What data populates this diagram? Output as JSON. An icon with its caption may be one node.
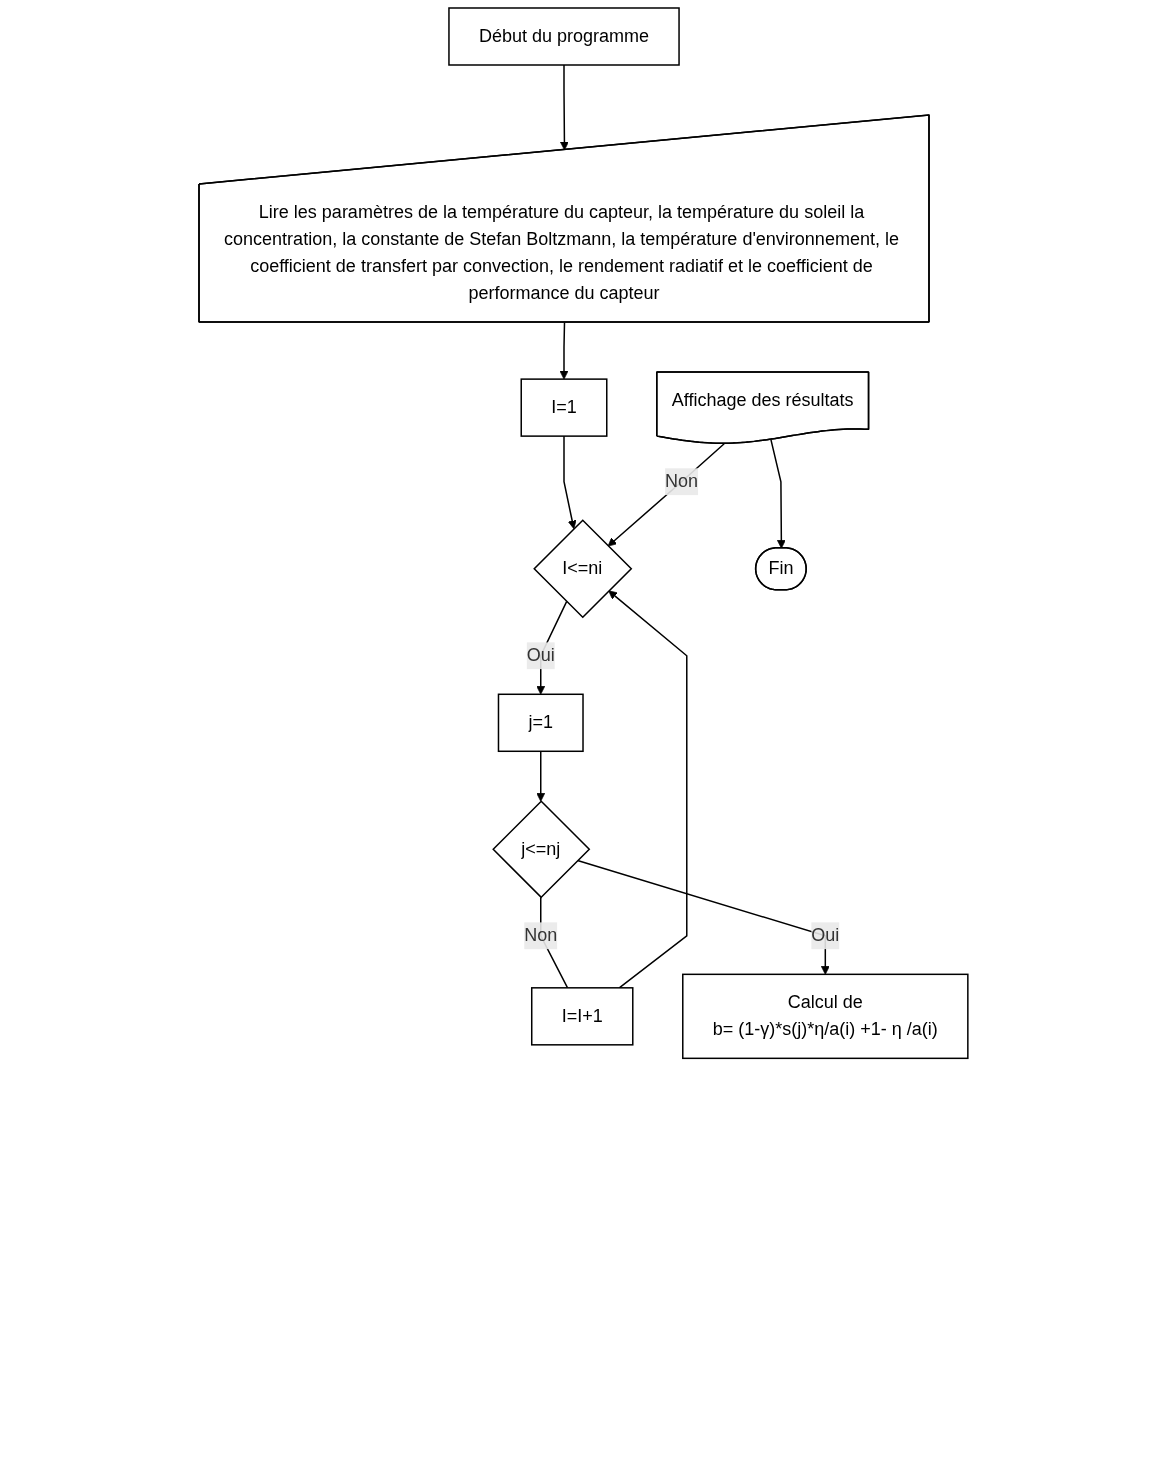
{
  "diagram": {
    "nodes": [
      {
        "text": [
          "Début du programme"
        ]
      },
      {
        "text": [
          "Lire les paramètres de la température du capteur, la température du soleil la concentration, la constante de Stefan Boltzmann, la température d'environnement, le coefficient de transfert par convection, le rendement radiatif et le coefficient de performance du capteur"
        ]
      },
      {
        "text": [
          "I=1"
        ]
      },
      {
        "text": [
          "I<=ni"
        ]
      },
      {
        "text": [
          "I=I+1"
        ]
      },
      {
        "text": [
          "j=1"
        ]
      },
      {
        "text": [
          "j<=nj"
        ]
      },
      {
        "text": [
          "Calcul de",
          "b= (1-γ)*s(j)*η/a(i) +1- η /a(i)"
        ]
      },
      {
        "text": [
          "Affichage des résultats"
        ]
      },
      {
        "text": [
          "Fin"
        ]
      }
    ],
    "edges": [
      {
        "from": 0,
        "to": 1,
        "arrow": "to"
      },
      {
        "from": 1,
        "to": 2,
        "arrow": "to"
      },
      {
        "from": 2,
        "to": 3,
        "arrow": "to"
      },
      {
        "from": 4,
        "to": 3,
        "arrow": "to"
      },
      {
        "from": 3,
        "to": 5,
        "arrow": "to",
        "label": "Oui"
      },
      {
        "from": 5,
        "to": 6,
        "arrow": "to"
      },
      {
        "from": 6,
        "to": 4,
        "arrow": "none",
        "label": "Non"
      },
      {
        "from": 6,
        "to": 7,
        "arrow": "to",
        "label": "Oui"
      },
      {
        "from": 8,
        "to": 3,
        "arrow": "to",
        "label": "Non"
      },
      {
        "from": 8,
        "to": 9,
        "arrow": "to"
      }
    ]
  }
}
